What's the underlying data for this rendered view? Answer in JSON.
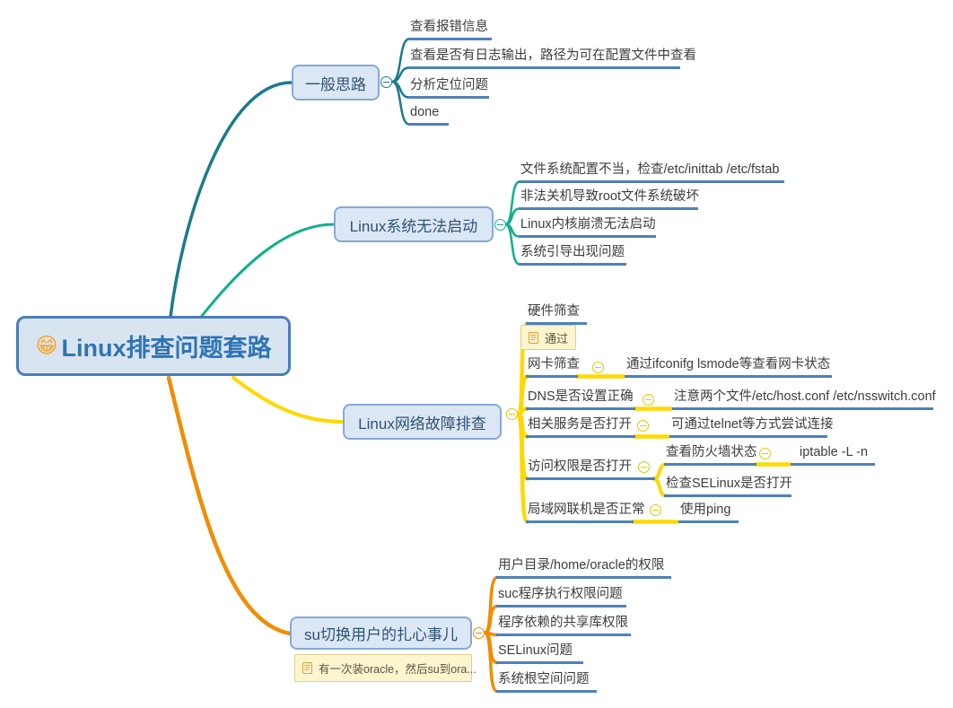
{
  "root": {
    "emoji": "😁",
    "label": "Linux排查问题套路"
  },
  "branches": [
    {
      "label": "一般思路",
      "color": "#1A7B8C",
      "children": [
        {
          "label": "查看报错信息"
        },
        {
          "label": "查看是否有日志输出，路径为可在配置文件中查看"
        },
        {
          "label": "分析定位问题"
        },
        {
          "label": "done"
        }
      ]
    },
    {
      "label": "Linux系统无法启动",
      "color": "#0FB08A",
      "children": [
        {
          "label": "文件系统配置不当，检查/etc/inittab /etc/fstab"
        },
        {
          "label": "非法关机导致root文件系统破坏"
        },
        {
          "label": "Linux内核崩溃无法启动"
        },
        {
          "label": "系统引导出现问题"
        }
      ]
    },
    {
      "label": "Linux网络故障排查",
      "color": "#FFD800",
      "children": [
        {
          "label": "硬件筛查",
          "note": "通过"
        },
        {
          "label": "网卡筛查",
          "detail": "通过ifconifg lsmode等查看网卡状态"
        },
        {
          "label": "DNS是否设置正确",
          "detail": "注意两个文件/etc/host.conf /etc/nsswitch.conf"
        },
        {
          "label": "相关服务是否打开",
          "detail": "可通过telnet等方式尝试连接"
        },
        {
          "label": "访问权限是否打开",
          "children": [
            {
              "label": "查看防火墙状态",
              "detail": "iptable -L -n"
            },
            {
              "label": "检查SELinux是否打开"
            }
          ]
        },
        {
          "label": "局域网联机是否正常",
          "detail": "使用ping"
        }
      ]
    },
    {
      "label": "su切换用户的扎心事儿",
      "color": "#F28C00",
      "note": "有一次装oracle，然后su到ora...",
      "children": [
        {
          "label": "用户目录/home/oracle的权限"
        },
        {
          "label": "suc程序执行权限问题"
        },
        {
          "label": "程序依赖的共享库权限"
        },
        {
          "label": "SELinux问题"
        },
        {
          "label": "系统根空间问题"
        }
      ]
    }
  ],
  "colors": {
    "branch_teal": "#1A7B8C",
    "branch_green": "#0FB08A",
    "branch_yellow": "#FFD800",
    "branch_orange": "#F28C00",
    "underline_blue": "#4E81BD",
    "node_border": "#84A9D9",
    "node_fill": "#DCE7F5",
    "central_border": "#4A7EBB",
    "central_fill": "#D9E4F1",
    "central_text": "#2E74B5",
    "note_fill": "#FCF5CE",
    "note_border": "#E0CE8E"
  }
}
